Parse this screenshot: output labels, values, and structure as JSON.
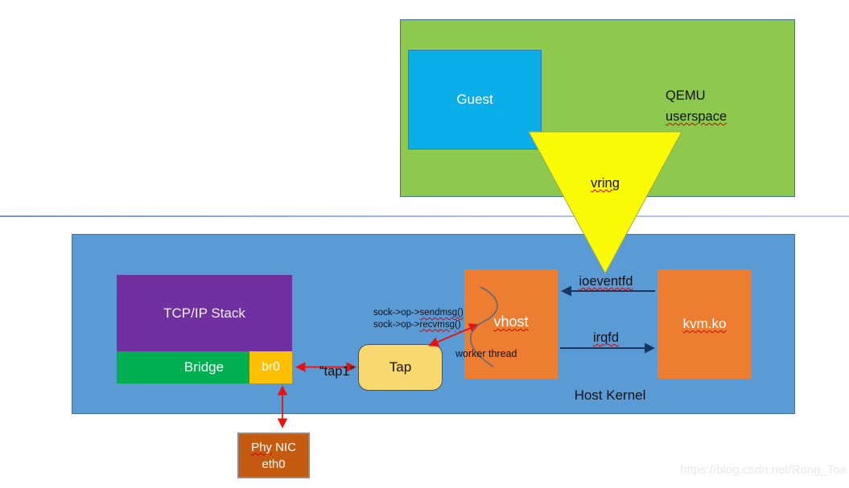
{
  "userspace": {
    "qemu_line1": "QEMU",
    "qemu_line2": "userspace",
    "guest_label": "Guest",
    "vring_label": "vring"
  },
  "kernel": {
    "host_kernel_label": "Host Kernel",
    "tcpip_label": "TCP/IP Stack",
    "bridge_label": "Bridge",
    "br0_label": "br0",
    "tap_label": "Tap",
    "tap1_label": "“tap1”",
    "sock_prefix1": "sock->op->",
    "sock_fn1": "sendmsg()",
    "sock_prefix2": "sock->op->",
    "sock_fn2": "recvmsg()",
    "vhost_label": "vhost",
    "worker_thread_label": "worker thread",
    "kvm_label": "kvm.ko",
    "ioeventfd_label": "ioeventfd",
    "irqfd_label": "irqfd"
  },
  "phy_nic": {
    "word_wavy": "Phy",
    "word_rest": " NIC",
    "line2": "eth0"
  },
  "watermark": "https://blog.csdn.net/Rong_Toa",
  "colors": {
    "qemu_green": "#8ec94f",
    "guest_blue": "#0aaee8",
    "kernel_blue": "#5b9bd5",
    "stack_purple": "#7030a0",
    "bridge_green": "#00af50",
    "br0_gold": "#ffc000",
    "tap_yellow": "#fad870",
    "module_orange": "#ed7d31",
    "nic_brown": "#c55a11",
    "vring_triangle_yellow": "#fbfb05",
    "arrow_navy": "#17375e",
    "arrow_red": "#e8120e"
  }
}
